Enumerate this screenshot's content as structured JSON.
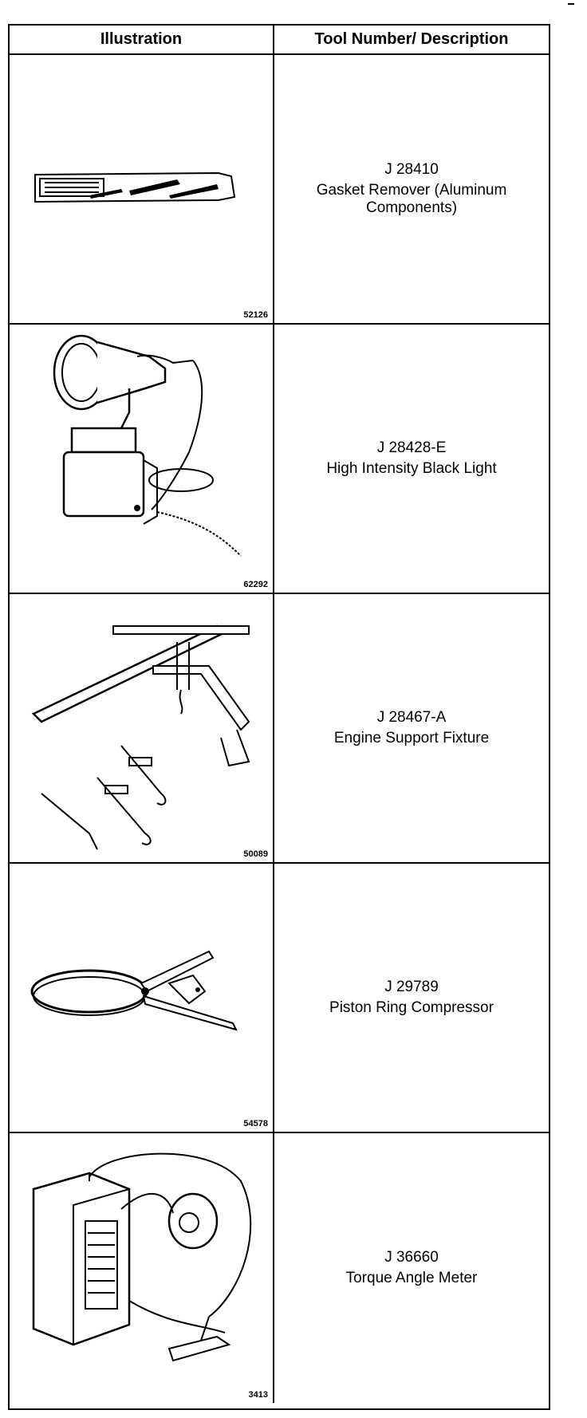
{
  "header": {
    "illustration": "Illustration",
    "tool": "Tool Number/ Description"
  },
  "tools": [
    {
      "figure": "52126",
      "number": "J 28410",
      "description": "Gasket Remover (Aluminum Components)",
      "icon": "gasket-scraper-icon"
    },
    {
      "figure": "62292",
      "number": "J 28428-E",
      "description": "High Intensity Black Light",
      "icon": "black-light-icon"
    },
    {
      "figure": "50089",
      "number": "J 28467-A",
      "description": "Engine Support Fixture",
      "icon": "engine-support-fixture-icon"
    },
    {
      "figure": "54578",
      "number": "J 29789",
      "description": "Piston Ring Compressor",
      "icon": "ring-compressor-icon"
    },
    {
      "figure": "3413",
      "number": "J 36660",
      "description": "Torque Angle Meter",
      "icon": "torque-angle-meter-icon"
    }
  ]
}
